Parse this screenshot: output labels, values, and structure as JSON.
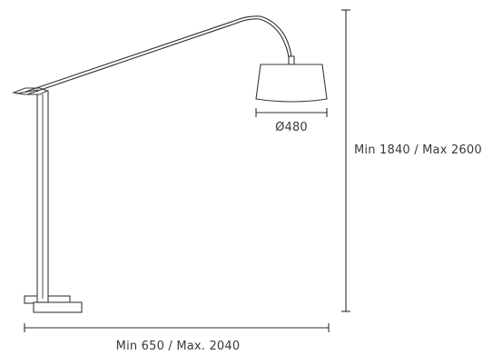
{
  "dimensions": {
    "height_label": "Min 1840 / Max 2600",
    "width_label": "Min 650 / Max. 2040",
    "shade_diameter_label": "Ø480"
  }
}
